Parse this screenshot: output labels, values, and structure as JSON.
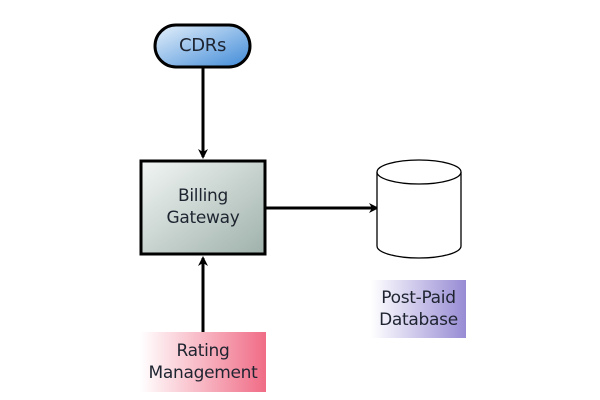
{
  "nodes": {
    "cdrs": {
      "label": "CDRs",
      "color": "#4a90d9"
    },
    "billing_gateway": {
      "line1": "Billing",
      "line2": "Gateway",
      "color": "#b9c7c2"
    },
    "database": {
      "line1": "Post-Paid",
      "line2": "Database",
      "color": "#9a8fd6"
    },
    "rating": {
      "line1": "Rating",
      "line2": "Management",
      "color": "#f27a90"
    }
  },
  "edges": [
    {
      "from": "CDRs",
      "to": "Billing Gateway"
    },
    {
      "from": "Billing Gateway",
      "to": "Post-Paid Database"
    },
    {
      "from": "Rating Management",
      "to": "Billing Gateway"
    }
  ]
}
